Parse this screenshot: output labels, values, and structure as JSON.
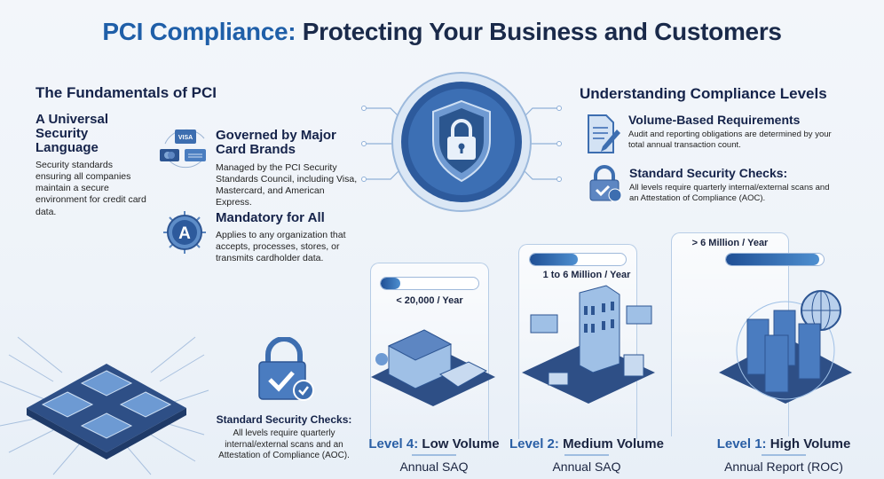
{
  "title": {
    "accent": "PCI Compliance:",
    "rest": " Protecting Your Business and Customers"
  },
  "fundamentals": {
    "heading": "The Fundamentals of PCI",
    "items": [
      {
        "title": "A Universal Security Language",
        "desc": "Security standards ensuring all companies maintain a secure environment for credit card data.",
        "icon": "none"
      },
      {
        "title": "Governed by Major Card Brands",
        "desc": "Managed by the PCI Security Standards Council, including Visa, Mastercard, and American Express.",
        "icon": "card-brands-icon",
        "logo_text": "VISA"
      },
      {
        "title": "Mandatory for All",
        "desc": "Applies to any organization that accepts, processes, stores, or transmits cardholder data.",
        "icon": "gear-a-icon",
        "logo_text": "A"
      }
    ]
  },
  "levels_info": {
    "heading": "Understanding Compliance Levels",
    "items": [
      {
        "title": "Volume-Based Requirements",
        "desc": "Audit and reporting obligations are determined by your total annual transaction count.",
        "icon": "document-pen-icon"
      },
      {
        "title": "Standard Security Checks:",
        "desc": "All levels require quarterly internal/external scans and an Attestation of Compliance (AOC).",
        "icon": "lock-check-icon"
      }
    ]
  },
  "bottom_check": {
    "title": "Standard Security Checks:",
    "desc": "All levels require quarterly internal/external scans and an Attestation of Compliance (AOC).",
    "icon": "lock-check-icon"
  },
  "levels": [
    {
      "level": "Level 4:",
      "name": "Low Volume",
      "volume": "< 20,000 / Year",
      "report": "Annual SAQ",
      "fill_percent": 20,
      "icon": "storefront-icon"
    },
    {
      "level": "Level 2:",
      "name": "Medium Volume",
      "volume": "1 to 6 Million / Year",
      "report": "Annual SAQ",
      "fill_percent": 50,
      "icon": "office-building-icon"
    },
    {
      "level": "Level 1:",
      "name": "High Volume",
      "volume": "> 6 Million / Year",
      "report": "Annual Report (ROC)",
      "fill_percent": 95,
      "icon": "server-globe-icon"
    }
  ],
  "colors": {
    "accent": "#1f5fa8",
    "navy": "#15234a",
    "illustration": "#3f6aa8"
  }
}
